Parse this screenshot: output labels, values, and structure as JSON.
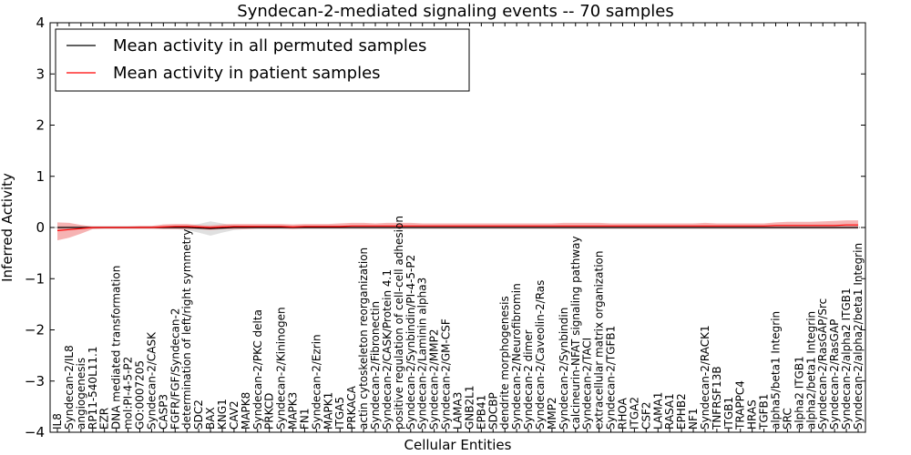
{
  "chart_data": {
    "type": "line",
    "title": "Syndecan-2-mediated signaling events -- 70 samples",
    "xlabel": "Cellular Entities",
    "ylabel": "Inferred Activity",
    "ylim": [
      -4,
      4
    ],
    "yticks": [
      -4,
      -3,
      -2,
      -1,
      0,
      1,
      2,
      3,
      4
    ],
    "grid": false,
    "legend_position": "top-left",
    "categories": [
      "IL8",
      "Syndecan-2/IL8",
      "angiogenesis",
      "RP11-540L11.1",
      "EZR",
      "DNA mediated transformation",
      "mol:PI-4-5-P2",
      "GO:0007205",
      "Syndecan-2/CASK",
      "CASP3",
      "FGFR/FGF/Syndecan-2",
      "determination of left/right symmetry",
      "SDC2",
      "BAX",
      "KNG1",
      "CAV2",
      "MAPK8",
      "Syndecan-2/PKC delta",
      "PRKCD",
      "Syndecan-2/Kininogen",
      "MAPK3",
      "FN1",
      "Syndecan-2/Ezrin",
      "MAPK1",
      "ITGA5",
      "PRKACA",
      "actin cytoskeleton reorganization",
      "Syndecan-2/Fibronectin",
      "Syndecan-2/CASK/Protein 4.1",
      "positive regulation of cell-cell adhesion",
      "Syndecan-2/Synbindin/PI-4-5-P2",
      "Syndecan-2/Laminin alpha3",
      "Syndecan-2/MMP2",
      "Syndecan-2/GM-CSF",
      "LAMA3",
      "GNB2L1",
      "EPB41",
      "SDCBP",
      "dendrite morphogenesis",
      "Syndecan-2/Neurofibromin",
      "Syndecan-2 dimer",
      "Syndecan-2/Caveolin-2/Ras",
      "MMP2",
      "Syndecan-2/Synbindin",
      "calcineurin-NFAT signaling pathway",
      "Syndecan-2/TACI",
      "extracellular matrix organization",
      "Syndecan-2/TGFB1",
      "RHOA",
      "ITGA2",
      "CSF2",
      "LAMA1",
      "RASA1",
      "EPHB2",
      "NF1",
      "Syndecan-2/RACK1",
      "TNFRSF13B",
      "ITGB1",
      "TRAPPC4",
      "HRAS",
      "TGFB1",
      "alpha5/beta1 Integrin",
      "SRC",
      "alpha2 ITGB1",
      "alpha2/beta1 Integrin",
      "Syndecan-2/RasGAP/Src",
      "Syndecan-2/RasGAP",
      "Syndecan-2/alpha2 ITGB1",
      "Syndecan-2/alpha2/beta1 Integrin"
    ],
    "series": [
      {
        "name": "Mean activity in all permuted samples",
        "color": "#000000",
        "band_color": "#bbbbbb",
        "values": [
          0,
          0,
          0,
          0,
          0,
          0,
          0,
          0,
          0,
          0,
          0,
          0,
          -0.01,
          -0.02,
          -0.01,
          0,
          0,
          0,
          0,
          0,
          0,
          0,
          0,
          0,
          0,
          0,
          0,
          0,
          0,
          0,
          0,
          0,
          0,
          0,
          0,
          0,
          0,
          0,
          0,
          0,
          0,
          0,
          0,
          0,
          0,
          0,
          0,
          0,
          0,
          0,
          0,
          0,
          0,
          0,
          0,
          0,
          0,
          0,
          0,
          0,
          0,
          0,
          0,
          0,
          0,
          0,
          0,
          0,
          0
        ],
        "band_upper": [
          0.03,
          0.03,
          0.03,
          0.03,
          0.03,
          0.03,
          0.03,
          0.03,
          0.03,
          0.03,
          0.03,
          0.04,
          0.07,
          0.12,
          0.08,
          0.04,
          0.03,
          0.03,
          0.03,
          0.03,
          0.03,
          0.03,
          0.03,
          0.03,
          0.03,
          0.03,
          0.03,
          0.03,
          0.03,
          0.03,
          0.03,
          0.03,
          0.03,
          0.03,
          0.03,
          0.03,
          0.03,
          0.03,
          0.03,
          0.03,
          0.03,
          0.03,
          0.03,
          0.03,
          0.03,
          0.03,
          0.03,
          0.03,
          0.03,
          0.03,
          0.03,
          0.03,
          0.03,
          0.03,
          0.03,
          0.03,
          0.03,
          0.03,
          0.03,
          0.03,
          0.03,
          0.03,
          0.03,
          0.03,
          0.03,
          0.03,
          0.03,
          0.03,
          0.03
        ],
        "band_lower": [
          -0.03,
          -0.03,
          -0.03,
          -0.03,
          -0.03,
          -0.03,
          -0.03,
          -0.03,
          -0.03,
          -0.03,
          -0.03,
          -0.05,
          -0.1,
          -0.16,
          -0.1,
          -0.05,
          -0.03,
          -0.03,
          -0.03,
          -0.03,
          -0.03,
          -0.03,
          -0.03,
          -0.03,
          -0.03,
          -0.03,
          -0.03,
          -0.03,
          -0.03,
          -0.03,
          -0.03,
          -0.03,
          -0.03,
          -0.03,
          -0.03,
          -0.03,
          -0.03,
          -0.03,
          -0.03,
          -0.03,
          -0.03,
          -0.03,
          -0.03,
          -0.03,
          -0.03,
          -0.03,
          -0.03,
          -0.03,
          -0.03,
          -0.03,
          -0.03,
          -0.03,
          -0.03,
          -0.03,
          -0.03,
          -0.03,
          -0.03,
          -0.03,
          -0.03,
          -0.03,
          -0.03,
          -0.03,
          -0.03,
          -0.03,
          -0.03,
          -0.03,
          -0.03,
          -0.03,
          -0.03
        ]
      },
      {
        "name": "Mean activity in patient samples",
        "color": "#ff0000",
        "band_color": "#f08080",
        "values": [
          -0.06,
          -0.04,
          -0.02,
          0,
          0,
          0,
          0,
          0,
          0,
          0.01,
          0.02,
          0.02,
          0.01,
          0,
          0.01,
          0.02,
          0.02,
          0.02,
          0.02,
          0.02,
          0.01,
          0.02,
          0.02,
          0.02,
          0.02,
          0.03,
          0.03,
          0.03,
          0.03,
          0.03,
          0.03,
          0.03,
          0.03,
          0.03,
          0.03,
          0.03,
          0.03,
          0.03,
          0.03,
          0.03,
          0.03,
          0.03,
          0.03,
          0.03,
          0.03,
          0.03,
          0.03,
          0.03,
          0.03,
          0.03,
          0.03,
          0.03,
          0.03,
          0.03,
          0.03,
          0.03,
          0.03,
          0.03,
          0.03,
          0.03,
          0.03,
          0.04,
          0.04,
          0.04,
          0.04,
          0.04,
          0.04,
          0.05,
          0.05
        ],
        "band_upper": [
          0.1,
          0.09,
          0.05,
          0.02,
          0.02,
          0.02,
          0.02,
          0.03,
          0.03,
          0.06,
          0.07,
          0.07,
          0.05,
          0.04,
          0.06,
          0.07,
          0.07,
          0.07,
          0.07,
          0.07,
          0.06,
          0.07,
          0.07,
          0.07,
          0.08,
          0.09,
          0.09,
          0.08,
          0.09,
          0.09,
          0.09,
          0.08,
          0.08,
          0.08,
          0.08,
          0.08,
          0.08,
          0.08,
          0.08,
          0.08,
          0.08,
          0.08,
          0.08,
          0.09,
          0.09,
          0.09,
          0.09,
          0.08,
          0.08,
          0.08,
          0.08,
          0.08,
          0.08,
          0.08,
          0.08,
          0.09,
          0.08,
          0.08,
          0.08,
          0.08,
          0.08,
          0.1,
          0.11,
          0.11,
          0.11,
          0.12,
          0.13,
          0.14,
          0.14
        ],
        "band_lower": [
          -0.25,
          -0.2,
          -0.12,
          -0.03,
          -0.02,
          -0.02,
          -0.02,
          -0.02,
          -0.02,
          -0.03,
          -0.03,
          -0.03,
          -0.03,
          -0.05,
          -0.03,
          -0.03,
          -0.03,
          -0.02,
          -0.02,
          -0.02,
          -0.03,
          -0.02,
          -0.02,
          -0.02,
          -0.02,
          -0.02,
          -0.02,
          -0.02,
          -0.02,
          -0.02,
          -0.02,
          -0.02,
          -0.02,
          -0.02,
          -0.02,
          -0.02,
          -0.02,
          -0.02,
          -0.02,
          -0.02,
          -0.02,
          -0.02,
          -0.02,
          -0.02,
          -0.02,
          -0.02,
          -0.02,
          -0.02,
          -0.02,
          -0.02,
          -0.02,
          -0.02,
          -0.02,
          -0.02,
          -0.02,
          -0.02,
          -0.02,
          -0.02,
          -0.02,
          -0.02,
          -0.02,
          -0.02,
          -0.02,
          -0.02,
          -0.02,
          -0.02,
          -0.02,
          -0.02,
          -0.02
        ]
      }
    ]
  }
}
